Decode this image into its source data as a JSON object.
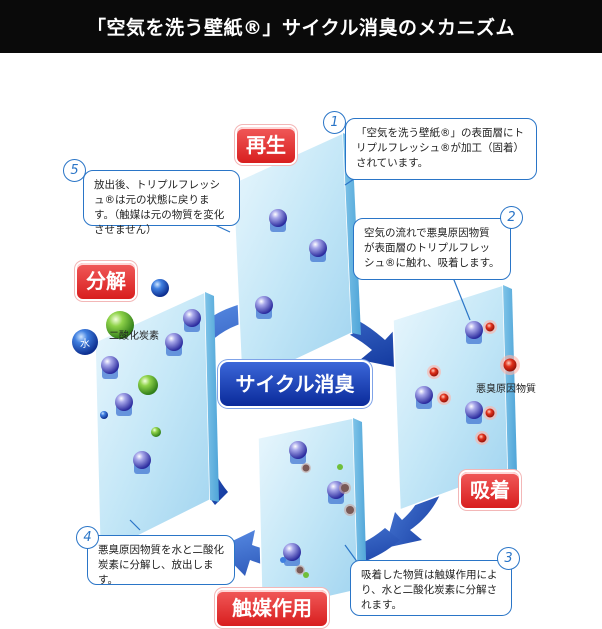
{
  "title": "「空気を洗う壁紙®」サイクル消臭のメカニズム",
  "center_label": "サイクル消臭",
  "stages": {
    "regeneration": "再生",
    "decomposition": "分解",
    "adsorption": "吸着",
    "catalysis": "触媒作用"
  },
  "labels": {
    "co2": "二酸化炭素",
    "water": "水",
    "odor": "悪臭原因物質"
  },
  "steps": [
    {
      "num": "1",
      "text": "「空気を洗う壁紙®」の表面層にトリプルフレッシュ®が加工（固着）されています。"
    },
    {
      "num": "2",
      "text": "空気の流れで悪臭原因物質が表面層のトリプルフレッシュ®に触れ、吸着します。"
    },
    {
      "num": "3",
      "text": "吸着した物質は触媒作用により、水と二酸化炭素に分解されます。"
    },
    {
      "num": "4",
      "text": "悪臭原因物質を水と二酸化炭素に分解し、放出します。"
    },
    {
      "num": "5",
      "text": "放出後、トリプルフレッシュ®は元の状態に戻ります。（触媒は元の物質を変化させません）"
    }
  ],
  "colors": {
    "header_bg": "#0a0a0a",
    "label_red": "#d81e1e",
    "arrow_blue": "#1f4fb5",
    "panel_blue": "#bfe3f6",
    "callout_border": "#2a75c7"
  }
}
